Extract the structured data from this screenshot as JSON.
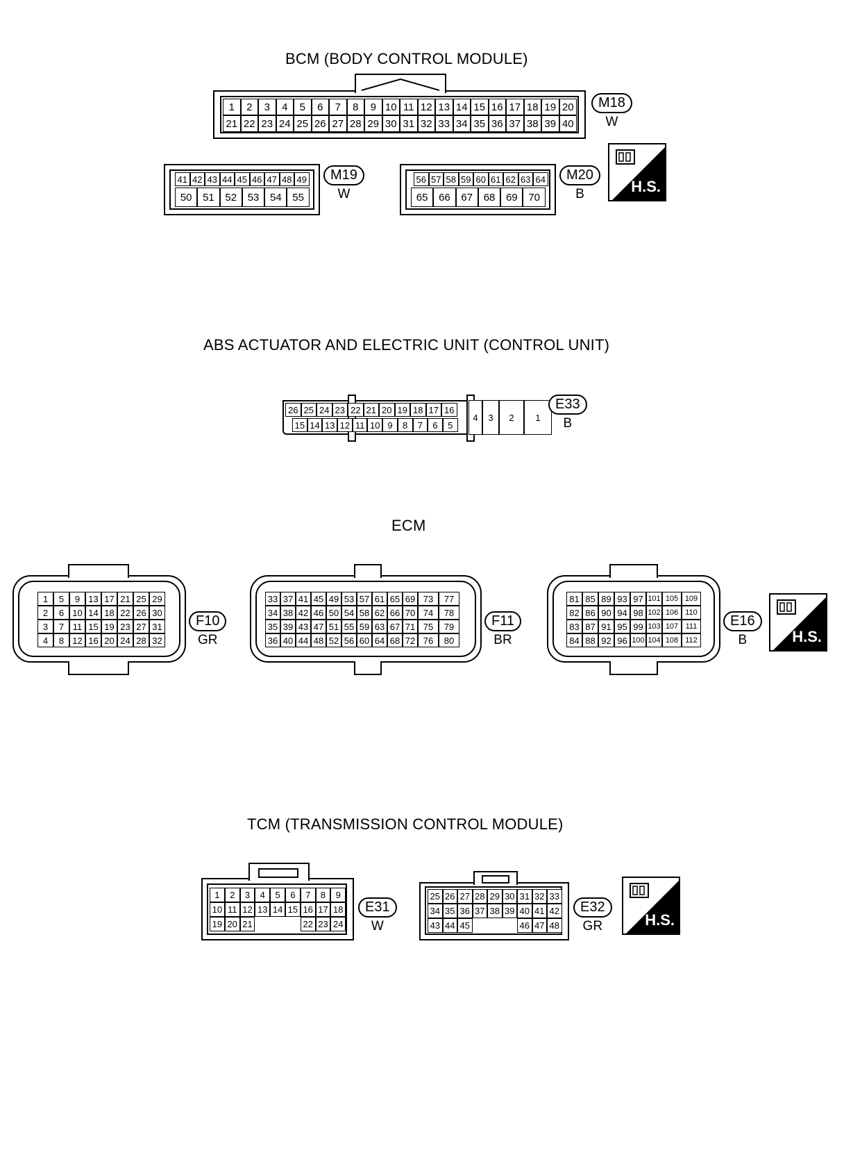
{
  "sections": {
    "bcm": {
      "title": "BCM (BODY CONTROL MODULE)"
    },
    "abs": {
      "title": "ABS ACTUATOR AND ELECTRIC UNIT (CONTROL UNIT)"
    },
    "ecm": {
      "title": "ECM"
    },
    "tcm": {
      "title": "TCM (TRANSMISSION CONTROL MODULE)"
    }
  },
  "connectors": {
    "M18": {
      "id": "M18",
      "color": "W",
      "rows": [
        [
          "1",
          "2",
          "3",
          "4",
          "5",
          "6",
          "7",
          "8",
          "9",
          "10",
          "11",
          "12",
          "13",
          "14",
          "15",
          "16",
          "17",
          "18",
          "19",
          "20"
        ],
        [
          "21",
          "22",
          "23",
          "24",
          "25",
          "26",
          "27",
          "28",
          "29",
          "30",
          "31",
          "32",
          "33",
          "34",
          "35",
          "36",
          "37",
          "38",
          "39",
          "40"
        ]
      ]
    },
    "M19": {
      "id": "M19",
      "color": "W",
      "rows": [
        [
          "41",
          "42",
          "43",
          "44",
          "45",
          "46",
          "47",
          "48",
          "49"
        ],
        [
          "50",
          "51",
          "52",
          "53",
          "54",
          "55"
        ]
      ]
    },
    "M20": {
      "id": "M20",
      "color": "B",
      "rows": [
        [
          "56",
          "57",
          "58",
          "59",
          "60",
          "61",
          "62",
          "63",
          "64"
        ],
        [
          "65",
          "66",
          "67",
          "68",
          "69",
          "70"
        ]
      ]
    },
    "E33": {
      "id": "E33",
      "color": "B",
      "rows": [
        [
          "26",
          "25",
          "24",
          "23",
          "22",
          "21",
          "20",
          "19",
          "18",
          "17",
          "16"
        ],
        [
          "15",
          "14",
          "13",
          "12",
          "11",
          "10",
          "9",
          "8",
          "7",
          "6",
          "5"
        ]
      ],
      "large": [
        "4",
        "3",
        "2",
        "1"
      ]
    },
    "F10": {
      "id": "F10",
      "color": "GR",
      "rows": [
        [
          "1",
          "5",
          "9",
          "13",
          "17",
          "21",
          "25",
          "29"
        ],
        [
          "2",
          "6",
          "10",
          "14",
          "18",
          "22",
          "26",
          "30"
        ],
        [
          "3",
          "7",
          "11",
          "15",
          "19",
          "23",
          "27",
          "31"
        ],
        [
          "4",
          "8",
          "12",
          "16",
          "20",
          "24",
          "28",
          "32"
        ]
      ]
    },
    "F11": {
      "id": "F11",
      "color": "BR",
      "rows": [
        [
          "33",
          "37",
          "41",
          "45",
          "49",
          "53",
          "57",
          "61",
          "65",
          "69",
          "73",
          "77"
        ],
        [
          "34",
          "38",
          "42",
          "46",
          "50",
          "54",
          "58",
          "62",
          "66",
          "70",
          "74",
          "78"
        ],
        [
          "35",
          "39",
          "43",
          "47",
          "51",
          "55",
          "59",
          "63",
          "67",
          "71",
          "75",
          "79"
        ],
        [
          "36",
          "40",
          "44",
          "48",
          "52",
          "56",
          "60",
          "64",
          "68",
          "72",
          "76",
          "80"
        ]
      ]
    },
    "E16": {
      "id": "E16",
      "color": "B",
      "rows": [
        [
          "81",
          "85",
          "89",
          "93",
          "97",
          "101",
          "105",
          "109"
        ],
        [
          "82",
          "86",
          "90",
          "94",
          "98",
          "102",
          "106",
          "110"
        ],
        [
          "83",
          "87",
          "91",
          "95",
          "99",
          "103",
          "107",
          "111"
        ],
        [
          "84",
          "88",
          "92",
          "96",
          "100",
          "104",
          "108",
          "112"
        ]
      ]
    },
    "E31": {
      "id": "E31",
      "color": "W",
      "rows": [
        [
          "1",
          "2",
          "3",
          "4",
          "5",
          "6",
          "7",
          "8",
          "9"
        ],
        [
          "10",
          "11",
          "12",
          "13",
          "14",
          "15",
          "16",
          "17",
          "18"
        ],
        [
          "19",
          "20",
          "21",
          "",
          "",
          "",
          "22",
          "23",
          "24"
        ]
      ]
    },
    "E32": {
      "id": "E32",
      "color": "GR",
      "rows": [
        [
          "25",
          "26",
          "27",
          "28",
          "29",
          "30",
          "31",
          "32",
          "33"
        ],
        [
          "34",
          "35",
          "36",
          "37",
          "38",
          "39",
          "40",
          "41",
          "42"
        ],
        [
          "43",
          "44",
          "45",
          "",
          "",
          "",
          "46",
          "47",
          "48"
        ]
      ]
    }
  },
  "harness_side_label": "H.S.",
  "icons": {
    "harness_side": "harness-side-connector-icon"
  }
}
